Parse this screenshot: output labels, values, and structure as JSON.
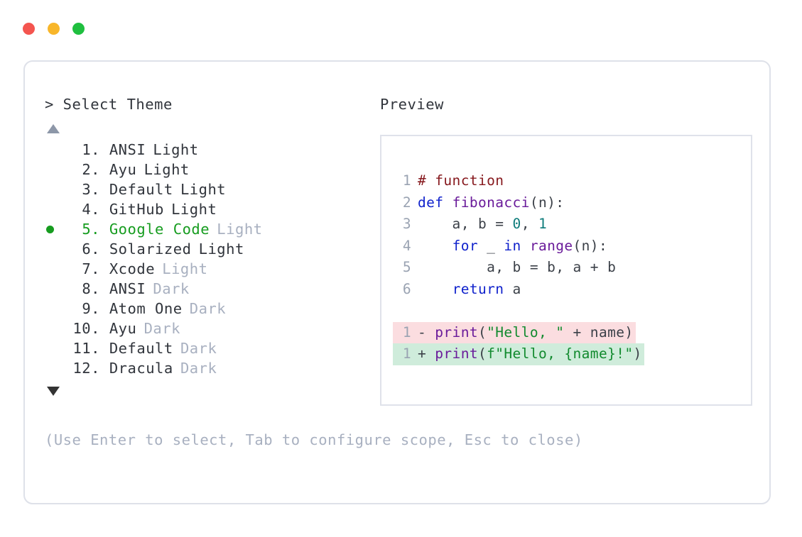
{
  "window": {
    "traffic_lights": [
      {
        "name": "close-button",
        "color": "#f4554f"
      },
      {
        "name": "minimize-button",
        "color": "#f8b62a"
      },
      {
        "name": "maximize-button",
        "color": "#1fbf3f"
      }
    ]
  },
  "prompt": {
    "marker": ">",
    "title": "Select Theme",
    "scroll_up_icon": "triangle-up-icon",
    "scroll_down_icon": "triangle-down-icon",
    "hint": "(Use Enter to select, Tab to configure scope, Esc to close)"
  },
  "themes": [
    {
      "index": "1.",
      "name": "ANSI",
      "variant": "Light",
      "selected": false,
      "variant_muted": false
    },
    {
      "index": "2.",
      "name": "Ayu",
      "variant": "Light",
      "selected": false,
      "variant_muted": false
    },
    {
      "index": "3.",
      "name": "Default",
      "variant": "Light",
      "selected": false,
      "variant_muted": false
    },
    {
      "index": "4.",
      "name": "GitHub",
      "variant": "Light",
      "selected": false,
      "variant_muted": false
    },
    {
      "index": "5.",
      "name": "Google Code",
      "variant": "Light",
      "selected": true,
      "variant_muted": true
    },
    {
      "index": "6.",
      "name": "Solarized",
      "variant": "Light",
      "selected": false,
      "variant_muted": false
    },
    {
      "index": "7.",
      "name": "Xcode",
      "variant": "Light",
      "selected": false,
      "variant_muted": true
    },
    {
      "index": "8.",
      "name": "ANSI",
      "variant": "Dark",
      "selected": false,
      "variant_muted": true
    },
    {
      "index": "9.",
      "name": "Atom One",
      "variant": "Dark",
      "selected": false,
      "variant_muted": true
    },
    {
      "index": "10.",
      "name": "Ayu",
      "variant": "Dark",
      "selected": false,
      "variant_muted": true
    },
    {
      "index": "11.",
      "name": "Default",
      "variant": "Dark",
      "selected": false,
      "variant_muted": true
    },
    {
      "index": "12.",
      "name": "Dracula",
      "variant": "Dark",
      "selected": false,
      "variant_muted": true
    }
  ],
  "preview": {
    "label": "Preview",
    "code_lines": [
      {
        "ln": "1",
        "tokens": [
          {
            "t": "# function",
            "c": "comment"
          }
        ]
      },
      {
        "ln": "2",
        "tokens": [
          {
            "t": "def ",
            "c": "keyword"
          },
          {
            "t": "fibonacci",
            "c": "func"
          },
          {
            "t": "(n):",
            "c": "plain"
          }
        ]
      },
      {
        "ln": "3",
        "tokens": [
          {
            "t": "    a, b = ",
            "c": "plain"
          },
          {
            "t": "0",
            "c": "number"
          },
          {
            "t": ", ",
            "c": "plain"
          },
          {
            "t": "1",
            "c": "number"
          }
        ]
      },
      {
        "ln": "4",
        "tokens": [
          {
            "t": "    ",
            "c": "plain"
          },
          {
            "t": "for",
            "c": "keyword"
          },
          {
            "t": " _ ",
            "c": "plain"
          },
          {
            "t": "in",
            "c": "keyword"
          },
          {
            "t": " ",
            "c": "plain"
          },
          {
            "t": "range",
            "c": "builtin"
          },
          {
            "t": "(n):",
            "c": "plain"
          }
        ]
      },
      {
        "ln": "5",
        "tokens": [
          {
            "t": "        a, b = b, a + b",
            "c": "plain"
          }
        ]
      },
      {
        "ln": "6",
        "tokens": [
          {
            "t": "    ",
            "c": "plain"
          },
          {
            "t": "return",
            "c": "keyword"
          },
          {
            "t": " a",
            "c": "plain"
          }
        ]
      }
    ],
    "diff_lines": [
      {
        "ln": "1",
        "kind": "del",
        "marker": "-",
        "bg": "#fbdde0",
        "tokens": [
          {
            "t": "print",
            "c": "func"
          },
          {
            "t": "(",
            "c": "plain"
          },
          {
            "t": "\"Hello, \"",
            "c": "string"
          },
          {
            "t": " + name)",
            "c": "plain"
          }
        ]
      },
      {
        "ln": "1",
        "kind": "add",
        "marker": "+",
        "bg": "#cfecdb",
        "tokens": [
          {
            "t": "print",
            "c": "func"
          },
          {
            "t": "(",
            "c": "plain"
          },
          {
            "t": "f\"Hello, {name}!\"",
            "c": "string"
          },
          {
            "t": ")",
            "c": "plain"
          }
        ]
      }
    ]
  }
}
